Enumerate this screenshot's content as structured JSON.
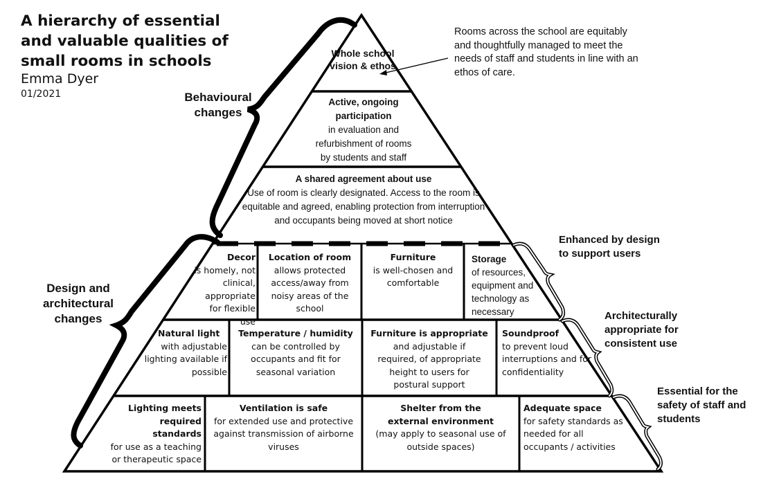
{
  "header": {
    "title": "A hierarchy of essential and valuable qualities of small rooms in schools",
    "author": "Emma Dyer",
    "date": "01/2021"
  },
  "annotation": {
    "text": "Rooms across the school are equitably and thoughtfully managed to meet the needs of staff and students in line with an ethos of care.",
    "arrow_target": "Whole school vision & ethos"
  },
  "left_braces": [
    {
      "label": "Behavioural changes",
      "spans": "upper tiers"
    },
    {
      "label": "Design and architectural changes",
      "spans": "lower tiers"
    }
  ],
  "right_braces": [
    {
      "label": "Enhanced by design to support users"
    },
    {
      "label": "Architecturally appropriate for consistent use"
    },
    {
      "label": "Essential for the safety of staff and students"
    }
  ],
  "pyramid": {
    "apex": {
      "heading": "Whole school vision & ethos"
    },
    "tier2": {
      "heading": "Active, ongoing participation",
      "body": "in evaluation and refurbishment of rooms by students and staff"
    },
    "tier3": {
      "heading": "A shared agreement about use",
      "body": "Use of room is clearly designated. Access to the room is equitable and agreed, enabling protection from interruption and occupants being moved at short notice"
    },
    "row_enhanced": [
      {
        "heading": "Decor",
        "body": "is homely, not clinical, appropriate for flexible use"
      },
      {
        "heading": "Location of room",
        "body": "allows protected access/away from noisy areas of the school"
      },
      {
        "heading": "Furniture",
        "body": "is well-chosen and comfortable"
      },
      {
        "heading": "Storage",
        "body": "of resources, equipment and technology as necessary"
      }
    ],
    "row_architectural": [
      {
        "heading": "Natural light",
        "body": "with adjustable lighting available if possible"
      },
      {
        "heading": "Temperature / humidity",
        "body": "can be controlled by occupants and fit for seasonal variation"
      },
      {
        "heading": "Furniture is appropriate",
        "body": "and adjustable if required, of appropriate height to users for postural support"
      },
      {
        "heading": "Soundproof",
        "body": "to prevent loud interruptions and for confidentiality"
      }
    ],
    "row_essential": [
      {
        "heading": "Lighting meets required standards",
        "body": "for use as a teaching or therapeutic space"
      },
      {
        "heading": "Ventilation is safe",
        "body": "for extended use and protective against transmission of airborne viruses"
      },
      {
        "heading": "Shelter from the external environment",
        "body": "(may apply to seasonal use of outside spaces)"
      },
      {
        "heading": "Adequate space",
        "body": "for safety standards as needed for all occupants / activities"
      }
    ]
  },
  "colors": {
    "line": "#000000",
    "text": "#111111",
    "background": "#ffffff"
  }
}
